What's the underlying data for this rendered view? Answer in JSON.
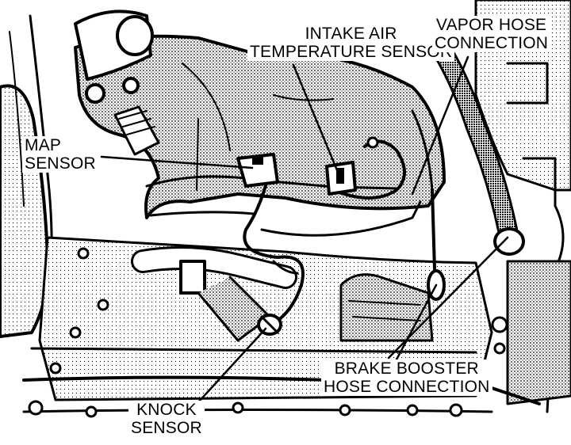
{
  "diagram": {
    "labels": {
      "intake_air_temperature_sensor": [
        "INTAKE AIR",
        "TEMPERATURE SENSOR"
      ],
      "vapor_hose_connection": [
        "VAPOR HOSE",
        "CONNECTION"
      ],
      "map_sensor": [
        "MAP",
        "SENSOR"
      ],
      "brake_booster_hose_connection": [
        "BRAKE BOOSTER",
        "HOSE CONNECTION"
      ],
      "knock_sensor": [
        "KNOCK",
        "SENSOR"
      ]
    },
    "colors": {
      "ink": "#000000",
      "paper": "#ffffff",
      "halftone": "#8a8a8a"
    }
  }
}
